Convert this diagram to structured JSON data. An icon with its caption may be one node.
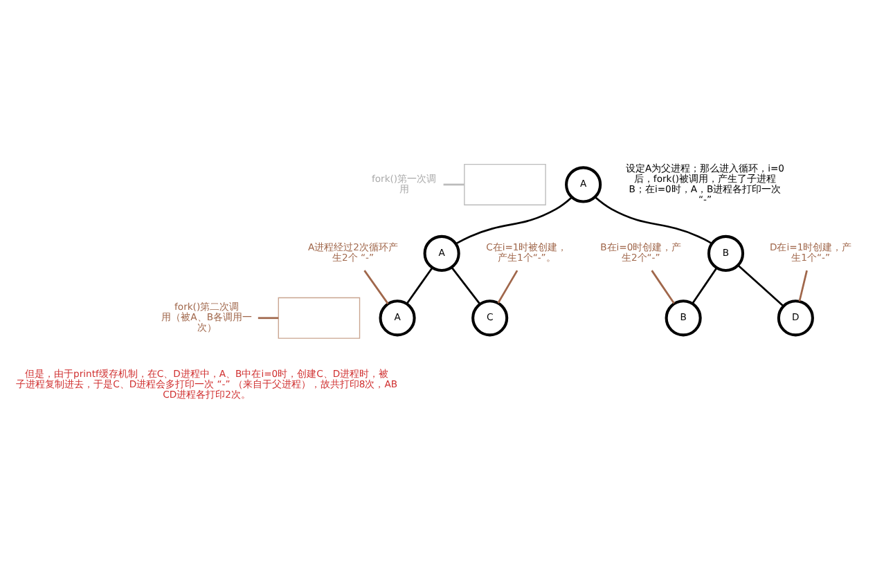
{
  "diagram": {
    "nodes": [
      {
        "text": [
          "fork()第一次调用"
        ]
      },
      {
        "text": [],
        "shape": "box"
      },
      {
        "text": [
          "fork()第二次调用（被A、B各调用一次）"
        ]
      },
      {
        "text": [],
        "shape": "box"
      },
      {
        "text": [
          "A"
        ]
      },
      {
        "text": [
          "A"
        ]
      },
      {
        "text": [
          "B"
        ]
      },
      {
        "text": [
          "A"
        ]
      },
      {
        "text": [
          "C"
        ]
      },
      {
        "text": [
          "B"
        ]
      },
      {
        "text": [
          "D"
        ]
      },
      {
        "text": [
          "A进程经过2次循环产生2个 “-”"
        ]
      },
      {
        "text": [
          "C在i=1时被创建，产生1个“-”。"
        ]
      },
      {
        "text": [
          "B在i=0时创建，产生2个“-”"
        ]
      },
      {
        "text": [
          "D在i=1时创建，产生1个“-”"
        ]
      }
    ],
    "edges": [
      {
        "from": 0,
        "to": 1,
        "arrow": "none",
        "color": "#bbbbbb"
      },
      {
        "from": 2,
        "to": 3,
        "arrow": "none",
        "color": "#a0674b"
      },
      {
        "from": 4,
        "to": 5,
        "arrow": "none"
      },
      {
        "from": 4,
        "to": 6,
        "arrow": "none"
      },
      {
        "from": 5,
        "to": 7,
        "arrow": "none"
      },
      {
        "from": 5,
        "to": 8,
        "arrow": "none"
      },
      {
        "from": 6,
        "to": 9,
        "arrow": "none"
      },
      {
        "from": 6,
        "to": 10,
        "arrow": "none"
      },
      {
        "from": 11,
        "to": 7,
        "arrow": "none",
        "color": "#a0674b"
      },
      {
        "from": 12,
        "to": 8,
        "arrow": "none",
        "color": "#a0674b"
      },
      {
        "from": 13,
        "to": 9,
        "arrow": "none",
        "color": "#a0674b"
      },
      {
        "from": 14,
        "to": 10,
        "arrow": "none",
        "color": "#a0674b"
      }
    ],
    "labels": [
      "设定A为父进程；那么进入循环，i=0后，fork()被调用，产生了子进程B；在i=0时，A，B进程各打印一次 “-”",
      "但是，由于printf缓存机制，在C、D进程中，A、B中在i=0时，创建C、D进程时，被子进程复制进去，于是C、D进程会多打印一次 “-” （来自于父进程），故共打印8次，ABCD进程各打印2次。"
    ]
  }
}
